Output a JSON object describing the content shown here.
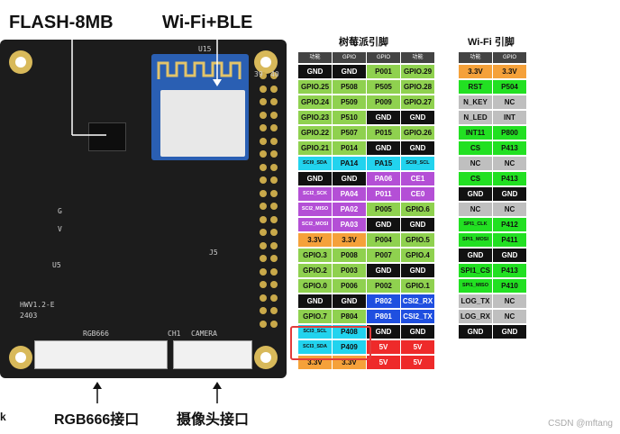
{
  "labels": {
    "flash": "FLASH-8MB",
    "wifi": "Wi-Fi+BLE",
    "rgb": "RGB666接口",
    "camera": "摄像头接口",
    "left_cut": "k"
  },
  "silkscreen": {
    "u15": "U15",
    "u5": "U5",
    "j5": "J5",
    "rgb666": "RGB666",
    "camera": "CAMERA",
    "version": "HWV1.2-E",
    "date": "2403",
    "ch1": "CH1",
    "r39": "39",
    "r40": "40",
    "g": "G",
    "v": "V"
  },
  "table1": {
    "title": "树莓派引脚",
    "headers": [
      "功能",
      "GPIO",
      "GPIO",
      "功能"
    ],
    "rows": [
      [
        "GND",
        "GND",
        "P001",
        "GPIO.29"
      ],
      [
        "GPIO.25",
        "P508",
        "P505",
        "GPIO.28"
      ],
      [
        "GPIO.24",
        "P509",
        "P009",
        "GPIO.27"
      ],
      [
        "GPIO.23",
        "P510",
        "GND",
        "GND"
      ],
      [
        "GPIO.22",
        "P507",
        "P015",
        "GPIO.26"
      ],
      [
        "GPIO.21",
        "P014",
        "GND",
        "GND"
      ],
      [
        "SCI9_SDA",
        "PA14",
        "PA15",
        "SCI9_SCL"
      ],
      [
        "GND",
        "GND",
        "PA06",
        "CE1"
      ],
      [
        "SCI2_SCK",
        "PA04",
        "P011",
        "CE0"
      ],
      [
        "SCI2_MISO",
        "PA02",
        "P005",
        "GPIO.6"
      ],
      [
        "SCI2_MOSI",
        "PA03",
        "GND",
        "GND"
      ],
      [
        "3.3V",
        "3.3V",
        "P004",
        "GPIO.5"
      ],
      [
        "GPIO.3",
        "P008",
        "P007",
        "GPIO.4"
      ],
      [
        "GPIO.2",
        "P003",
        "GND",
        "GND"
      ],
      [
        "GPIO.0",
        "P006",
        "P002",
        "GPIO.1"
      ],
      [
        "GND",
        "GND",
        "P802",
        "CSI2_RX"
      ],
      [
        "GPIO.7",
        "P804",
        "P801",
        "CSI2_TX"
      ],
      [
        "SCI3_SCL",
        "P408",
        "GND",
        "GND"
      ],
      [
        "SCI3_SDA",
        "P409",
        "5V",
        "5V"
      ],
      [
        "3.3V",
        "3.3V",
        "5V",
        "5V"
      ]
    ]
  },
  "table2": {
    "title": "Wi-Fi 引脚",
    "headers": [
      "功能",
      "GPIO"
    ],
    "rows": [
      [
        "3.3V",
        "3.3V"
      ],
      [
        "RST",
        "P504"
      ],
      [
        "N_KEY",
        "NC"
      ],
      [
        "N_LED",
        "INT"
      ],
      [
        "INT11",
        "P800"
      ],
      [
        "CS",
        "P413"
      ],
      [
        "NC",
        "NC"
      ],
      [
        "CS",
        "P413"
      ],
      [
        "GND",
        "GND"
      ],
      [
        "NC",
        "NC"
      ],
      [
        "SPI1_CLK",
        "P412"
      ],
      [
        "SPI1_MOSI",
        "P411"
      ],
      [
        "GND",
        "GND"
      ],
      [
        "SPI1_CS",
        "P413"
      ],
      [
        "SPI1_MISO",
        "P410"
      ],
      [
        "LOG_TX",
        "NC"
      ],
      [
        "LOG_RX",
        "NC"
      ],
      [
        "GND",
        "GND"
      ]
    ]
  },
  "watermark": "CSDN @mftang",
  "colors": {
    "black": "#111111",
    "green": "#8fd14f",
    "bright_green": "#22e022",
    "cyan": "#22d3ee",
    "purple": "#b44fd6",
    "orange": "#f5a13a",
    "blue": "#1f4fe0",
    "red": "#ee2a2a",
    "gray": "#bfbfbf",
    "white": "#ffffff",
    "highlight": "#e23b3b"
  },
  "table1_colors": [
    [
      "black",
      "black",
      "green",
      "green"
    ],
    [
      "green",
      "green",
      "green",
      "green"
    ],
    [
      "green",
      "green",
      "green",
      "green"
    ],
    [
      "green",
      "green",
      "black",
      "black"
    ],
    [
      "green",
      "green",
      "green",
      "green"
    ],
    [
      "green",
      "green",
      "black",
      "black"
    ],
    [
      "cyan",
      "cyan",
      "cyan",
      "cyan"
    ],
    [
      "black",
      "black",
      "purple",
      "purple"
    ],
    [
      "purple",
      "purple",
      "purple",
      "purple"
    ],
    [
      "purple",
      "purple",
      "green",
      "green"
    ],
    [
      "purple",
      "purple",
      "black",
      "black"
    ],
    [
      "orange",
      "orange",
      "green",
      "green"
    ],
    [
      "green",
      "green",
      "green",
      "green"
    ],
    [
      "green",
      "green",
      "black",
      "black"
    ],
    [
      "green",
      "green",
      "green",
      "green"
    ],
    [
      "black",
      "black",
      "blue",
      "blue"
    ],
    [
      "green",
      "green",
      "blue",
      "blue"
    ],
    [
      "cyan",
      "cyan",
      "black",
      "black"
    ],
    [
      "cyan",
      "cyan",
      "red",
      "red"
    ],
    [
      "orange",
      "orange",
      "red",
      "red"
    ]
  ],
  "table2_colors": [
    [
      "orange",
      "orange"
    ],
    [
      "bright_green",
      "bright_green"
    ],
    [
      "gray",
      "gray"
    ],
    [
      "gray",
      "gray"
    ],
    [
      "bright_green",
      "bright_green"
    ],
    [
      "bright_green",
      "bright_green"
    ],
    [
      "gray",
      "gray"
    ],
    [
      "bright_green",
      "bright_green"
    ],
    [
      "black",
      "black"
    ],
    [
      "gray",
      "gray"
    ],
    [
      "bright_green",
      "bright_green"
    ],
    [
      "bright_green",
      "bright_green"
    ],
    [
      "black",
      "black"
    ],
    [
      "bright_green",
      "bright_green"
    ],
    [
      "bright_green",
      "bright_green"
    ],
    [
      "gray",
      "gray"
    ],
    [
      "gray",
      "gray"
    ],
    [
      "black",
      "black"
    ]
  ]
}
